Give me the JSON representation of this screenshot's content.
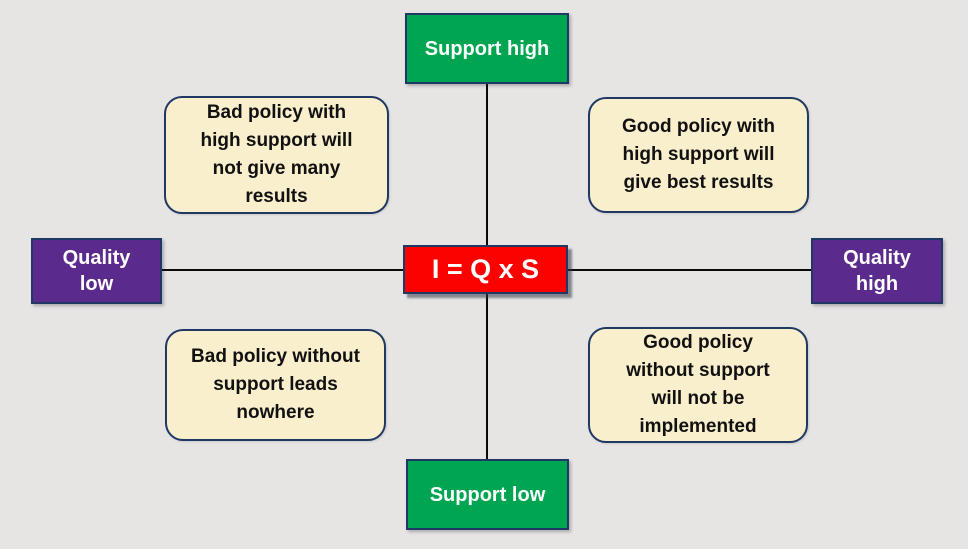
{
  "colors": {
    "background": "#E6E5E4",
    "green": "#00A551",
    "purple": "#5A2B8C",
    "red": "#FB0200",
    "cream": "#FAEFCD",
    "border_navy": "#1F3864",
    "line": "#0A0A0A"
  },
  "axes": {
    "support_high": "Support high",
    "support_low": "Support low",
    "quality_low": [
      "Quality",
      "low"
    ],
    "quality_high": [
      "Quality",
      "high"
    ]
  },
  "center": {
    "formula": "I = Q x S"
  },
  "quadrants": {
    "top_left": {
      "lines": [
        "Bad policy with",
        "high support will",
        "not give many",
        "results"
      ]
    },
    "top_right": {
      "lines": [
        "Good policy with",
        "high support will",
        "give best results"
      ]
    },
    "bottom_left": {
      "lines": [
        "Bad policy without",
        "support leads",
        "nowhere"
      ]
    },
    "bottom_right": {
      "lines": [
        "Good policy",
        "without support",
        "will not be",
        "implemented"
      ]
    }
  }
}
